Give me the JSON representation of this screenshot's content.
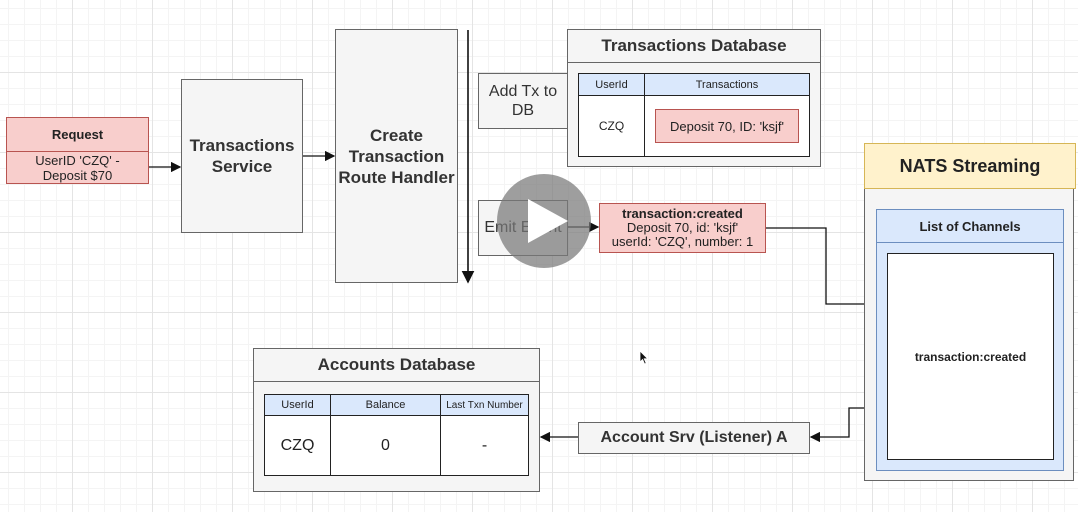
{
  "request": {
    "title": "Request",
    "body": "UserID 'CZQ' - Deposit $70"
  },
  "transactions_service": "Transactions Service",
  "route_handler": "Create Transaction Route Handler",
  "add_tx": "Add Tx to DB",
  "emit_event": "Emit Event",
  "transactions_db": {
    "title": "Transactions Database",
    "columns": [
      "UserId",
      "Transactions"
    ],
    "row": {
      "user": "CZQ",
      "entry": "Deposit 70, ID: 'ksjf'"
    }
  },
  "event": {
    "title": "transaction:created",
    "line1": "Deposit 70, id: 'ksjf'",
    "line2": "userId: 'CZQ', number: 1"
  },
  "nats": {
    "title": "NATS Streaming",
    "list_title": "List of Channels",
    "channel": "transaction:created"
  },
  "accounts_db": {
    "title": "Accounts Database",
    "columns": [
      "UserId",
      "Balance",
      "Last Txn Number"
    ],
    "row": [
      "CZQ",
      "0",
      "-"
    ]
  },
  "listener": "Account Srv (Listener) A",
  "colors": {
    "red_fill": "#f8cecc",
    "blue_fill": "#dae8fc",
    "yellow_fill": "#fff2cc",
    "gray_fill": "#f5f5f5"
  },
  "icons": {
    "play": "play-icon",
    "cursor": "cursor-icon"
  }
}
